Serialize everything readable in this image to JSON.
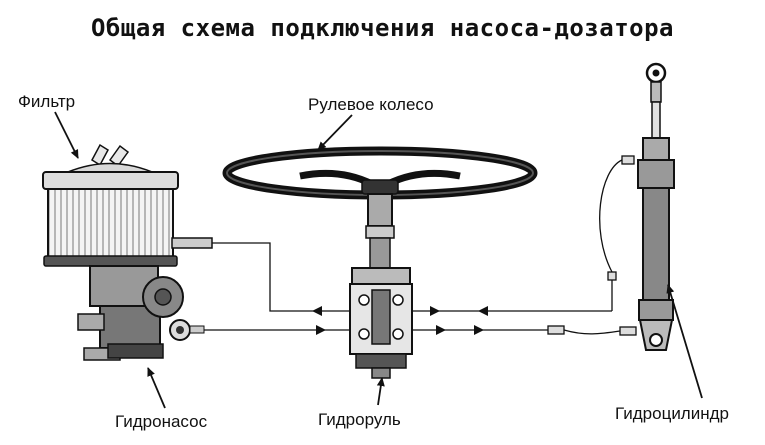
{
  "title": "Общая схема подключения насоса-дозатора",
  "labels": {
    "filter": "Фильтр",
    "steering_wheel": "Рулевое колесо",
    "pump": "Гидронасос",
    "steering_unit": "Гидроруль",
    "cylinder": "Гидроцилиндр"
  },
  "colors": {
    "ink": "#111111",
    "paper": "#ffffff",
    "wheel_dark": "#1a1a1a"
  },
  "icons": [
    "filter-icon",
    "hydraulic-pump-icon",
    "steering-wheel-icon",
    "steering-unit-icon",
    "hydraulic-cylinder-icon",
    "flow-arrow-icon"
  ]
}
